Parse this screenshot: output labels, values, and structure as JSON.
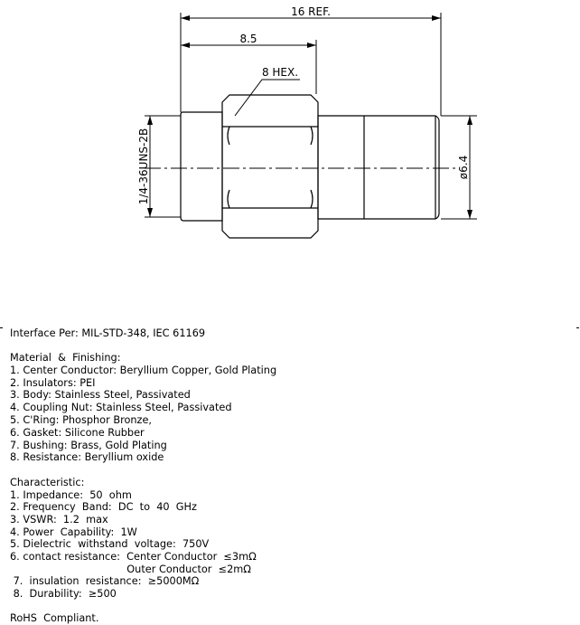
{
  "drawing": {
    "dim_total_length": "16 REF.",
    "dim_hex_to_end": "8.5",
    "dim_hex": "8 HEX.",
    "dim_thread": "1/4-36UNS-2B",
    "dim_diameter": "ø6.4"
  },
  "specs": {
    "interface": "Interface Per: MIL-STD-348, IEC 61169",
    "material_title": "Material  &  Finishing:",
    "material_items": [
      "1. Center Conductor: Beryllium Copper, Gold Plating",
      "2. Insulators: PEI",
      "3. Body: Stainless Steel, Passivated",
      "4. Coupling Nut: Stainless Steel, Passivated",
      "5. C'Ring: Phosphor Bronze,",
      "6. Gasket: Silicone Rubber",
      "7. Bushing: Brass, Gold Plating",
      "8. Resistance: Beryllium oxide"
    ],
    "char_title": "Characteristic:",
    "char_items": [
      "1. Impedance:  50  ohm",
      "2. Frequency  Band:  DC  to  40  GHz",
      "3. VSWR:  1.2  max",
      "4. Power  Capability:  1W",
      "5. Dielectric  withstand  voltage:  750V",
      "6. contact resistance:  Center Conductor  ≤3mΩ",
      "                                    Outer Conductor  ≤2mΩ",
      " 7.  insulation  resistance:  ≥5000MΩ",
      " 8.  Durability:  ≥500"
    ],
    "rohs": "RoHS  Compliant."
  }
}
